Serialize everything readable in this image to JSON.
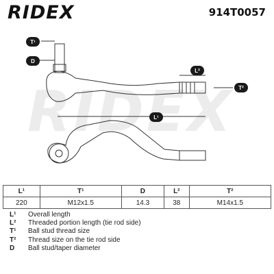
{
  "header": {
    "brand": "RIDEX",
    "part_number": "914T0057"
  },
  "callouts": {
    "t1": "T¹",
    "d": "D",
    "l2": "L²",
    "t2": "T²",
    "l1": "L¹"
  },
  "colors": {
    "badge": "#1a1a1a",
    "line": "#333333",
    "watermark": "#ececec"
  },
  "table": {
    "headers": [
      "L¹",
      "T¹",
      "D",
      "L²",
      "T²"
    ],
    "values": [
      "220",
      "M12x1.5",
      "14.3",
      "38",
      "M14x1.5"
    ]
  },
  "legend": [
    {
      "key": "L¹",
      "desc": "Overall length"
    },
    {
      "key": "L²",
      "desc": "Threaded portion length (tie rod side)"
    },
    {
      "key": "T¹",
      "desc": "Ball stud thread size"
    },
    {
      "key": "T²",
      "desc": "Thread size on the tie rod side"
    },
    {
      "key": "D",
      "desc": "Ball stud/taper diameter"
    }
  ]
}
